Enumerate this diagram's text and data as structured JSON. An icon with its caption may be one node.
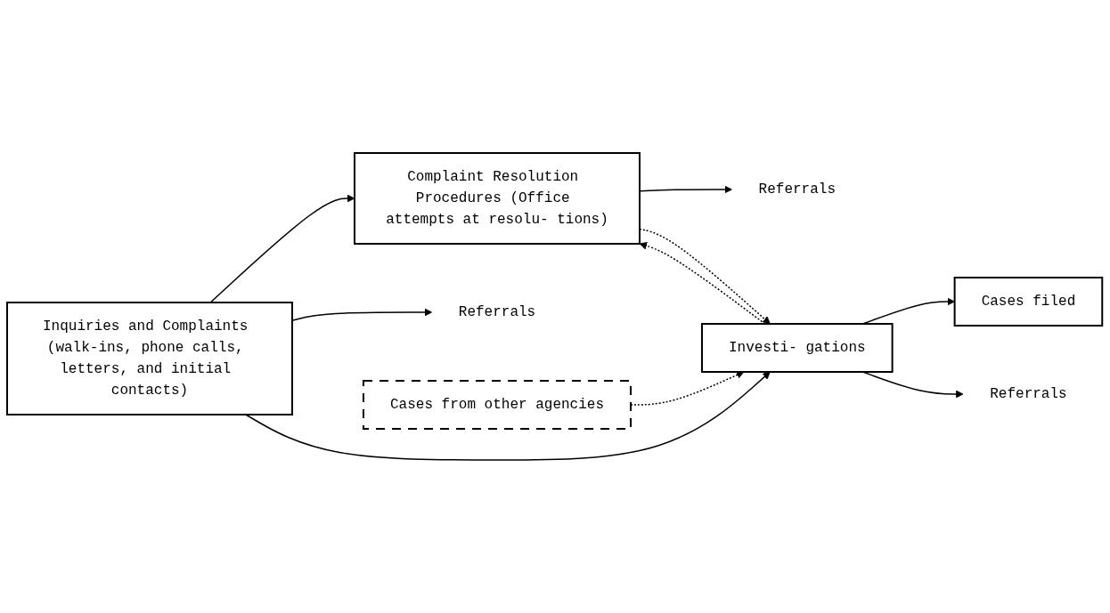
{
  "diagram": {
    "nodes": [
      {
        "text": [
          "Inquiries and Complaints (walk-ins, phone calls, letters, and initial contacts)"
        ]
      },
      {
        "text": [
          "Complaint Resolution Procedures (Office attempts at resolu- tions)"
        ]
      },
      {
        "text": [
          "Referrals"
        ]
      },
      {
        "text": [
          "Referrals"
        ]
      },
      {
        "text": [
          "Cases from other agencies"
        ]
      },
      {
        "text": [
          "Investi- gations"
        ]
      },
      {
        "text": [
          "Cases filed"
        ]
      },
      {
        "text": [
          "Referrals"
        ]
      }
    ],
    "edges": [
      {
        "from": 0,
        "to": 1,
        "arrow": "to"
      },
      {
        "from": 1,
        "to": 2,
        "arrow": "to"
      },
      {
        "from": 0,
        "to": 3,
        "arrow": "to"
      },
      {
        "from": 0,
        "to": 5,
        "arrow": "to"
      },
      {
        "from": 1,
        "to": 5,
        "arrow": "to",
        "style": "dashed"
      },
      {
        "from": 5,
        "to": 1,
        "arrow": "to",
        "style": "dashed"
      },
      {
        "from": 4,
        "to": 5,
        "arrow": "to",
        "style": "dashed"
      },
      {
        "from": 5,
        "to": 6,
        "arrow": "to"
      },
      {
        "from": 5,
        "to": 7,
        "arrow": "to"
      }
    ]
  }
}
